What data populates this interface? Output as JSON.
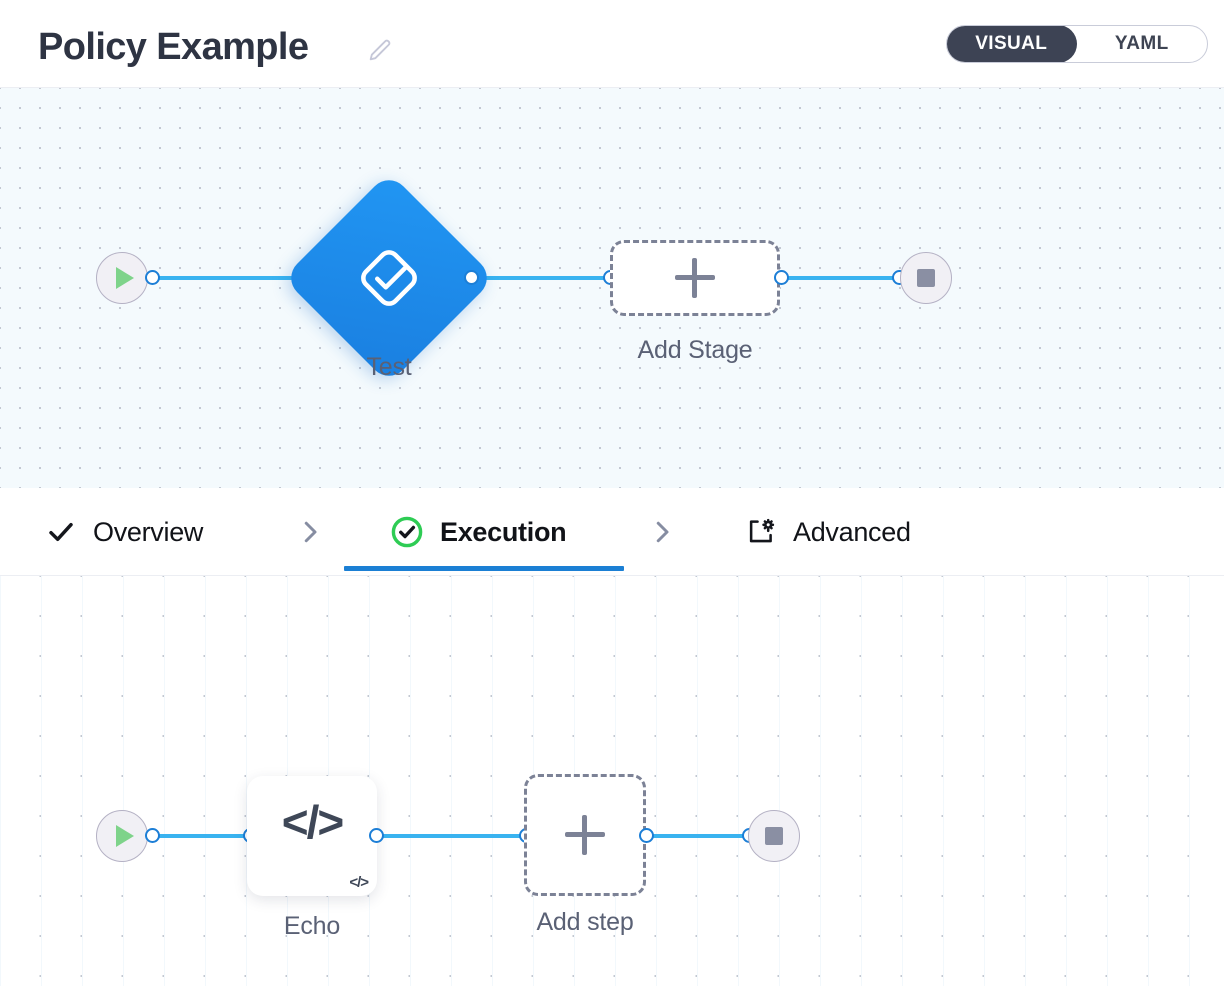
{
  "header": {
    "title": "Policy Example",
    "edit_icon": "pencil-icon",
    "mode_toggle": {
      "options": [
        "VISUAL",
        "YAML"
      ],
      "selected": "VISUAL",
      "active_bg": "#3d4354",
      "active_fg": "#ffffff"
    }
  },
  "stage_canvas": {
    "start_node": {
      "icon": "play-icon",
      "color": "#7ed38a"
    },
    "end_node": {
      "icon": "stop-icon",
      "color": "#8a8fa3"
    },
    "nodes": [
      {
        "label": "Test",
        "type": "stage",
        "icon": "check-square-icon",
        "color": "#2196f3"
      }
    ],
    "add_stage": {
      "label": "Add Stage",
      "icon": "plus-icon"
    },
    "edge_color": "#39b3f0",
    "background": "#f4fafd"
  },
  "tabs": [
    {
      "label": "Overview",
      "icon": "check-icon",
      "active": false
    },
    {
      "label": "Execution",
      "icon": "check-circle-icon",
      "active": true
    },
    {
      "label": "Advanced",
      "icon": "box-gear-icon",
      "active": false
    }
  ],
  "tab_separator_icon": "chevron-right-icon",
  "tab_active_color": "#1b7fd4",
  "tab_check_color": "#2ecc54",
  "step_canvas": {
    "start_node": {
      "icon": "play-icon",
      "color": "#7ed38a"
    },
    "end_node": {
      "icon": "stop-icon",
      "color": "#8a8fa3"
    },
    "nodes": [
      {
        "label": "Echo",
        "type": "step",
        "icon": "code-icon",
        "badge": "code-badge"
      }
    ],
    "add_step": {
      "label": "Add step",
      "icon": "plus-icon"
    },
    "edge_color": "#39b3f0",
    "background": "#ffffff"
  },
  "icon_glyphs": {
    "code": "</>",
    "code_badge": "</>",
    "chevron": "›"
  }
}
